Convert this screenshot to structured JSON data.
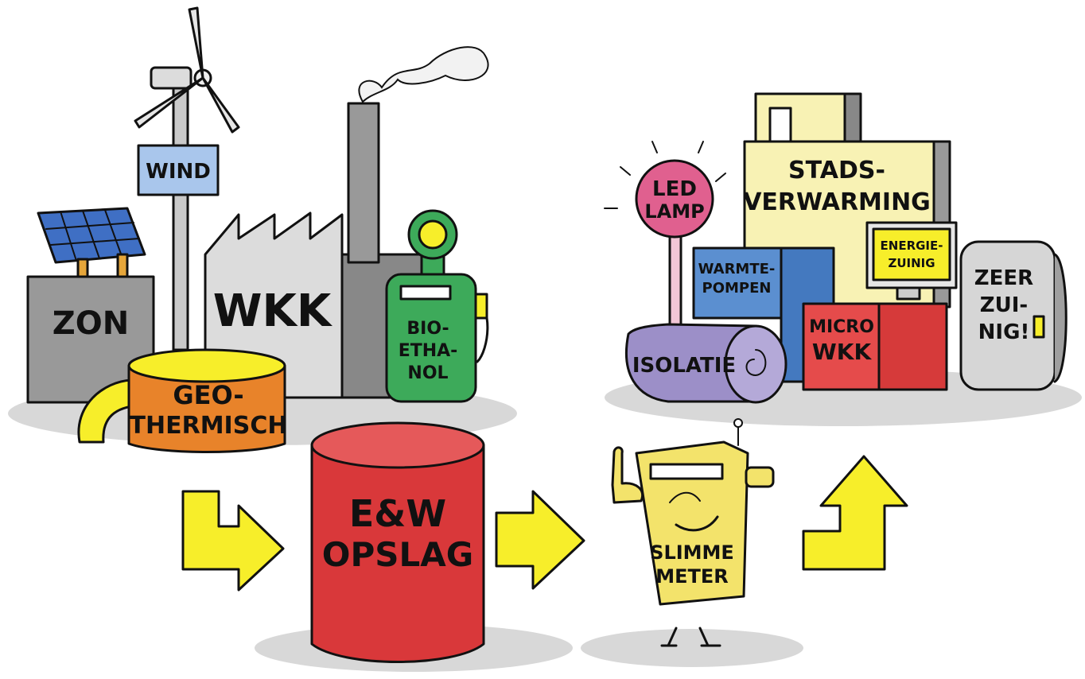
{
  "sources": {
    "wind": "WIND",
    "zon": "ZON",
    "wkk": "WKK",
    "bio_line1": "BIO-",
    "bio_line2": "ETHA-",
    "bio_line3": "NOL",
    "geo_line1": "GEO-",
    "geo_line2": "THERMISCH"
  },
  "storage": {
    "line1": "E&W",
    "line2": "OPSLAG"
  },
  "meter": {
    "line1": "SLIMME",
    "line2": "METER"
  },
  "consumers": {
    "led_line1": "LED",
    "led_line2": "LAMP",
    "stads_line1": "STADS-",
    "stads_line2": "VERWARMING",
    "warmte_line1": "WARMTE-",
    "warmte_line2": "POMPEN",
    "energie_line1": "ENERGIE-",
    "energie_line2": "ZUINIG",
    "micro_line1": "MICRO",
    "micro_line2": "WKK",
    "isolatie": "ISOLATIE",
    "zeer_line1": "ZEER",
    "zeer_line2": "ZUI-",
    "zeer_line3": "NIG!"
  },
  "colors": {
    "arrow": "#f7ee2a",
    "storage": "#d9383a",
    "geo": "#e8832a",
    "bio": "#3daa5a",
    "wind_label": "#a9c6ec",
    "led": "#e0608f",
    "stads": "#f8f2b4",
    "warmte": "#5b8fd0",
    "micro": "#e54b4b",
    "isolatie": "#9c8fc8",
    "meter": "#f3e36b"
  }
}
